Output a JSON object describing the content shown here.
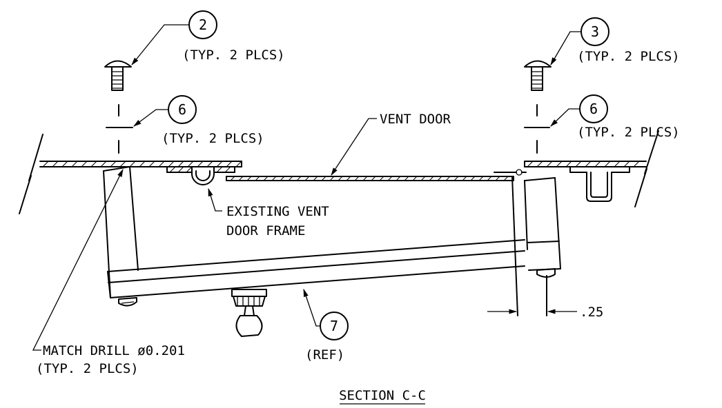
{
  "balloons": {
    "b2": "2",
    "b3": "3",
    "b6_left": "6",
    "b6_right": "6",
    "b7": "7"
  },
  "notes": {
    "typ_2": "(TYP. 2 PLCS)",
    "typ_3": "(TYP. 2 PLCS)",
    "typ_6_left": "(TYP. 2 PLCS)",
    "typ_6_right": "(TYP. 2 PLCS)",
    "vent_door": "VENT DOOR",
    "existing_line1": "EXISTING VENT",
    "existing_line2": "DOOR FRAME",
    "match_drill_line1": "MATCH DRILL ø0.201",
    "match_drill_line2": "(TYP. 2 PLCS)",
    "ref": "(REF)",
    "dimension": ".25"
  },
  "section_title": "SECTION C-C"
}
